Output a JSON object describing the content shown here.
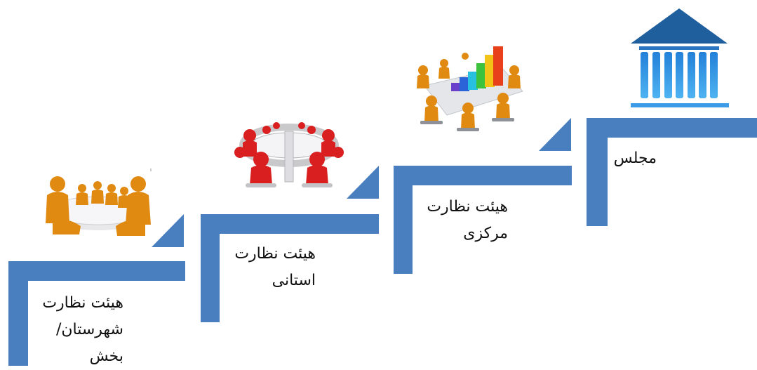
{
  "theme": {
    "step_color": "#4a7fbf",
    "arrow_color": "#4a7fbf",
    "temple_color": "#1f5f9e",
    "temple_column_color": "#3c9be6"
  },
  "steps": [
    {
      "line1": "هیئت نظارت",
      "line2": "شهرستان/  بخش",
      "icon": "meeting-people-icon"
    },
    {
      "line1": "هیئت نظارت",
      "line2": "استانی",
      "icon": "round-table-meeting-icon"
    },
    {
      "line1": "هیئت نظارت",
      "line2": "مرکزی",
      "icon": "boardroom-chart-icon"
    },
    {
      "line1": "مجلس",
      "line2": "",
      "icon": "parliament-building-icon"
    }
  ]
}
